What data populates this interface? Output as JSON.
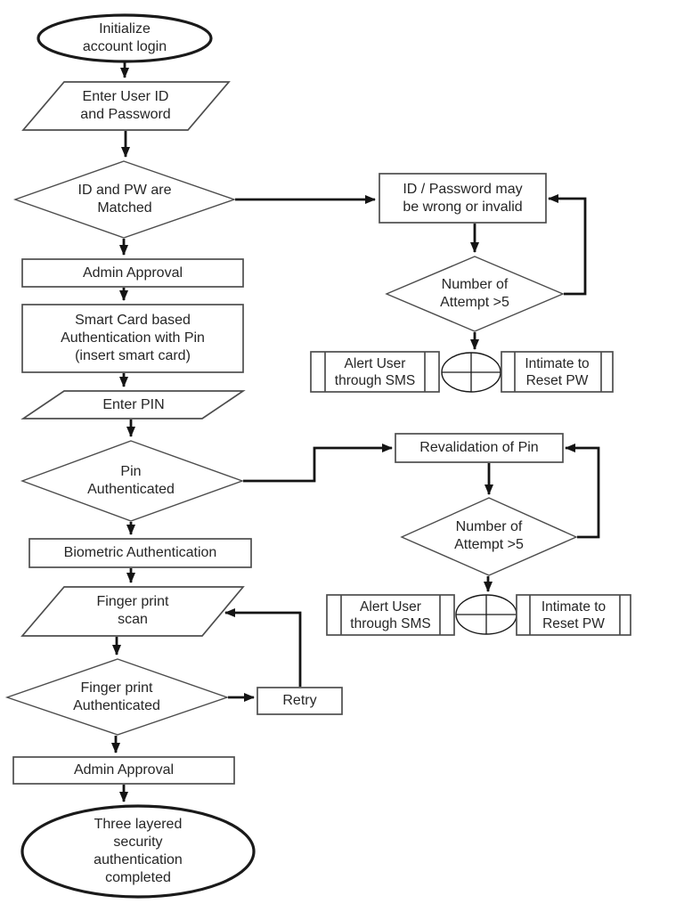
{
  "diagram_type": "flowchart",
  "colors": {
    "background": "#ffffff",
    "shape_fill": "#ffffff",
    "shape_stroke": "#4d4d4d",
    "terminator_stroke": "#1a1a1a",
    "arrow": "#141414",
    "text": "#262626"
  },
  "nodes": {
    "start": {
      "type": "terminator",
      "label": "Initialize\naccount login"
    },
    "enter_user_id": {
      "type": "input",
      "label": "Enter User ID\nand Password"
    },
    "id_pw_matched": {
      "type": "decision",
      "label": "ID and PW are\nMatched"
    },
    "admin_approval_1": {
      "type": "process",
      "label": "Admin Approval"
    },
    "smart_card": {
      "type": "process",
      "label": "Smart Card based\nAuthentication with Pin\n(insert smart card)"
    },
    "enter_pin": {
      "type": "input",
      "label": "Enter PIN"
    },
    "pin_authenticated": {
      "type": "decision",
      "label": "Pin\nAuthenticated"
    },
    "biometric": {
      "type": "process",
      "label": "Biometric Authentication"
    },
    "finger_scan": {
      "type": "input",
      "label": "Finger print\nscan"
    },
    "finger_authenticated": {
      "type": "decision",
      "label": "Finger print\nAuthenticated"
    },
    "admin_approval_2": {
      "type": "process",
      "label": "Admin Approval"
    },
    "end": {
      "type": "terminator",
      "label": "Three layered\nsecurity\nauthentication\ncompleted"
    },
    "id_pw_wrong": {
      "type": "process",
      "label": "ID / Password may\nbe wrong or invalid"
    },
    "attempt_over5_1": {
      "type": "decision",
      "label": "Number of\nAttempt >5"
    },
    "alert_sms_1": {
      "type": "predefined-process",
      "label": "Alert User\nthrough SMS"
    },
    "intimate_reset_1": {
      "type": "predefined-process",
      "label": "Intimate to\nReset PW"
    },
    "revalidation_pin": {
      "type": "process",
      "label": "Revalidation of Pin"
    },
    "attempt_over5_2": {
      "type": "decision",
      "label": "Number of\nAttempt >5"
    },
    "alert_sms_2": {
      "type": "predefined-process",
      "label": "Alert User\nthrough SMS"
    },
    "intimate_reset_2": {
      "type": "predefined-process",
      "label": "Intimate to\nReset PW"
    },
    "retry": {
      "type": "process",
      "label": "Retry"
    }
  }
}
